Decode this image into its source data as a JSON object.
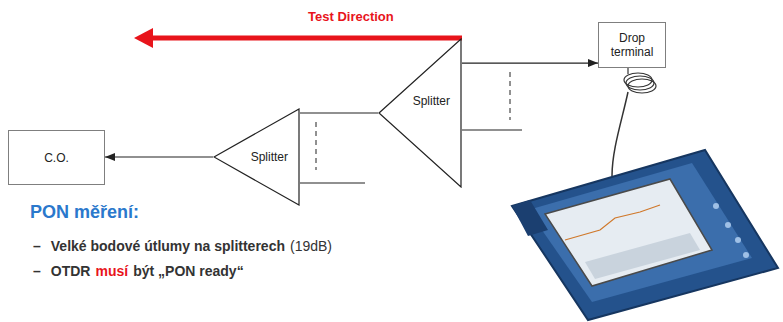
{
  "diagram": {
    "title": "PON měření:",
    "nodes": [
      {
        "text": [
          "C.O."
        ]
      },
      {
        "text": [
          "Splitter"
        ]
      },
      {
        "text": [
          "Splitter"
        ]
      },
      {
        "text": [
          "Drop terminal"
        ]
      }
    ],
    "edges": [
      {
        "from": 1,
        "to": 0,
        "arrow": "to"
      },
      {
        "from": 2,
        "to": 1,
        "arrow": "none"
      },
      {
        "from": 2,
        "to": 3,
        "arrow": "to"
      }
    ],
    "labels": [
      "Test Direction",
      "–",
      "Velké bodové útlumy na splitterech",
      "(19dB)",
      "–",
      "OTDR",
      "musí",
      "být „PON ready“"
    ]
  }
}
